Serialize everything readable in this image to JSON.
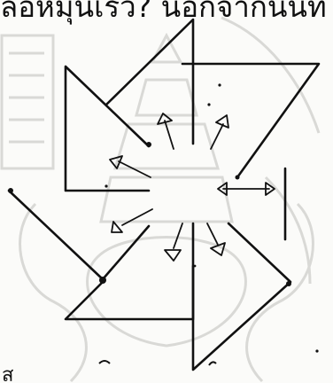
{
  "header": {
    "text": "ลือหมุนเร็ว? นอกจากนั้นที่"
  },
  "footer": {
    "corner_char": "ส"
  },
  "colors": {
    "ink": "#111111",
    "watermark": "#d9d9d6",
    "background": "#fbfbf9"
  },
  "icons": {
    "arrows": "arrow-glyphs",
    "double_arrow": "double-headed-arrow"
  }
}
